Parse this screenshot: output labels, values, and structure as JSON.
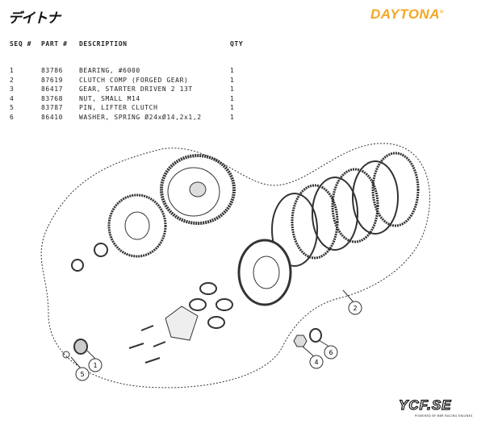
{
  "header": {
    "logo_jp": "デイトナ",
    "logo_brand": "DAYTONA",
    "registered": "®"
  },
  "table": {
    "headers": [
      "SEQ #",
      "PART #",
      "DESCRIPTION",
      "QTY"
    ],
    "rows": [
      [
        "1",
        "83786",
        "BEARING, #6000",
        "1"
      ],
      [
        "2",
        "87619",
        "CLUTCH COMP (FORGED GEAR)",
        "1"
      ],
      [
        "3",
        "86417",
        "GEAR, STARTER DRIVEN 2 13T",
        "1"
      ],
      [
        "4",
        "83768",
        "NUT, SMALL M14",
        "1"
      ],
      [
        "5",
        "83787",
        "PIN, LIFTER CLUTCH",
        "1"
      ],
      [
        "6",
        "86410",
        "WASHER, SPRING Ø24xØ14,2x1,2",
        "1"
      ]
    ]
  },
  "callouts": [
    "1",
    "2",
    "4",
    "5",
    "6"
  ],
  "footer": {
    "logo": "YCF.SE",
    "tagline": "POWERED BY BBR RACING ENGINES"
  }
}
